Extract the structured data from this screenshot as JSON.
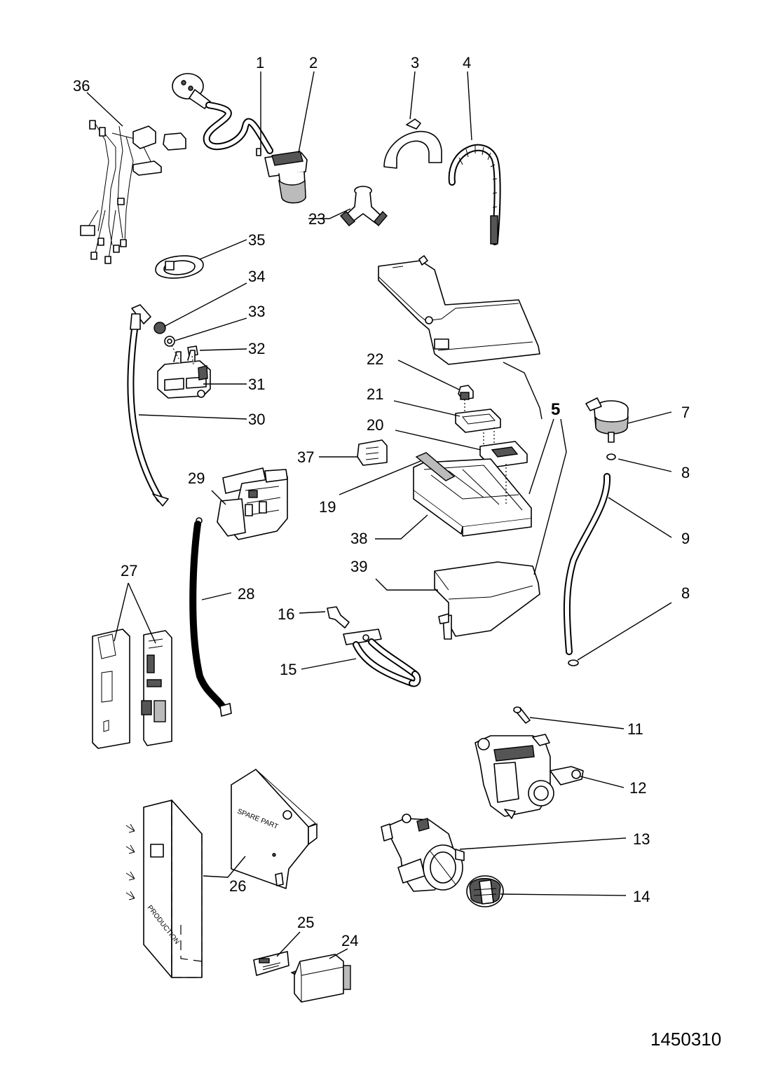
{
  "labels": {
    "p1": "1",
    "p2": "2",
    "p3": "3",
    "p4": "4",
    "p5": "5",
    "p7": "7",
    "p8a": "8",
    "p8b": "8",
    "p9": "9",
    "p11": "11",
    "p12": "12",
    "p13": "13",
    "p14": "14",
    "p15": "15",
    "p16": "16",
    "p19": "19",
    "p20": "20",
    "p21": "21",
    "p22": "22",
    "p23": "23",
    "p24": "24",
    "p25": "25",
    "p26": "26",
    "p27": "27",
    "p28": "28",
    "p29": "29",
    "p30": "30",
    "p31": "31",
    "p32": "32",
    "p33": "33",
    "p34": "34",
    "p35": "35",
    "p36": "36",
    "p37": "37",
    "p38": "38",
    "p39": "39"
  },
  "part_text": {
    "spare_part": "SPARE PART",
    "production": "PRODUCTION"
  },
  "document_id": "1450310"
}
